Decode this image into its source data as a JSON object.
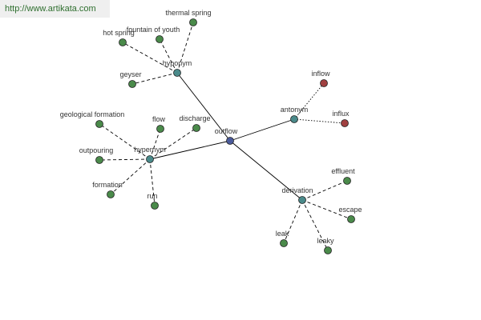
{
  "source_url": "http://www.artikata.com",
  "colors": {
    "root": "#4a5a9a",
    "relation": "#4a8a8a",
    "term": "#4a8a4a",
    "antonym_term": "#a04040",
    "edge": "#000000"
  },
  "graph": {
    "root": {
      "id": "outflow",
      "label": "outflow",
      "kind": "root"
    },
    "relations": [
      {
        "id": "hyponym",
        "label": "hyponym",
        "kind": "relation"
      },
      {
        "id": "hypernym",
        "label": "hypernym",
        "kind": "relation"
      },
      {
        "id": "antonym",
        "label": "antonym",
        "kind": "relation"
      },
      {
        "id": "derivation",
        "label": "derivation",
        "kind": "relation"
      }
    ],
    "terms": [
      {
        "id": "thermal-spring",
        "label": "thermal spring",
        "parent": "hyponym",
        "kind": "term"
      },
      {
        "id": "fountain-of-youth",
        "label": "fountain of youth",
        "parent": "hyponym",
        "kind": "term"
      },
      {
        "id": "hot-spring",
        "label": "hot spring",
        "parent": "hyponym",
        "kind": "term"
      },
      {
        "id": "geyser",
        "label": "geyser",
        "parent": "hyponym",
        "kind": "term"
      },
      {
        "id": "geological-formation",
        "label": "geological formation",
        "parent": "hypernym",
        "kind": "term"
      },
      {
        "id": "flow",
        "label": "flow",
        "parent": "hypernym",
        "kind": "term"
      },
      {
        "id": "discharge",
        "label": "discharge",
        "parent": "hypernym",
        "kind": "term"
      },
      {
        "id": "outpouring",
        "label": "outpouring",
        "parent": "hypernym",
        "kind": "term"
      },
      {
        "id": "formation",
        "label": "formation",
        "parent": "hypernym",
        "kind": "term"
      },
      {
        "id": "run",
        "label": "run",
        "parent": "hypernym",
        "kind": "term"
      },
      {
        "id": "inflow",
        "label": "inflow",
        "parent": "antonym",
        "kind": "antonym_term"
      },
      {
        "id": "influx",
        "label": "influx",
        "parent": "antonym",
        "kind": "antonym_term"
      },
      {
        "id": "effluent",
        "label": "effluent",
        "parent": "derivation",
        "kind": "term"
      },
      {
        "id": "escape",
        "label": "escape",
        "parent": "derivation",
        "kind": "term"
      },
      {
        "id": "leak",
        "label": "leak",
        "parent": "derivation",
        "kind": "term"
      },
      {
        "id": "leaky",
        "label": "leaky",
        "parent": "derivation",
        "kind": "term"
      }
    ]
  }
}
